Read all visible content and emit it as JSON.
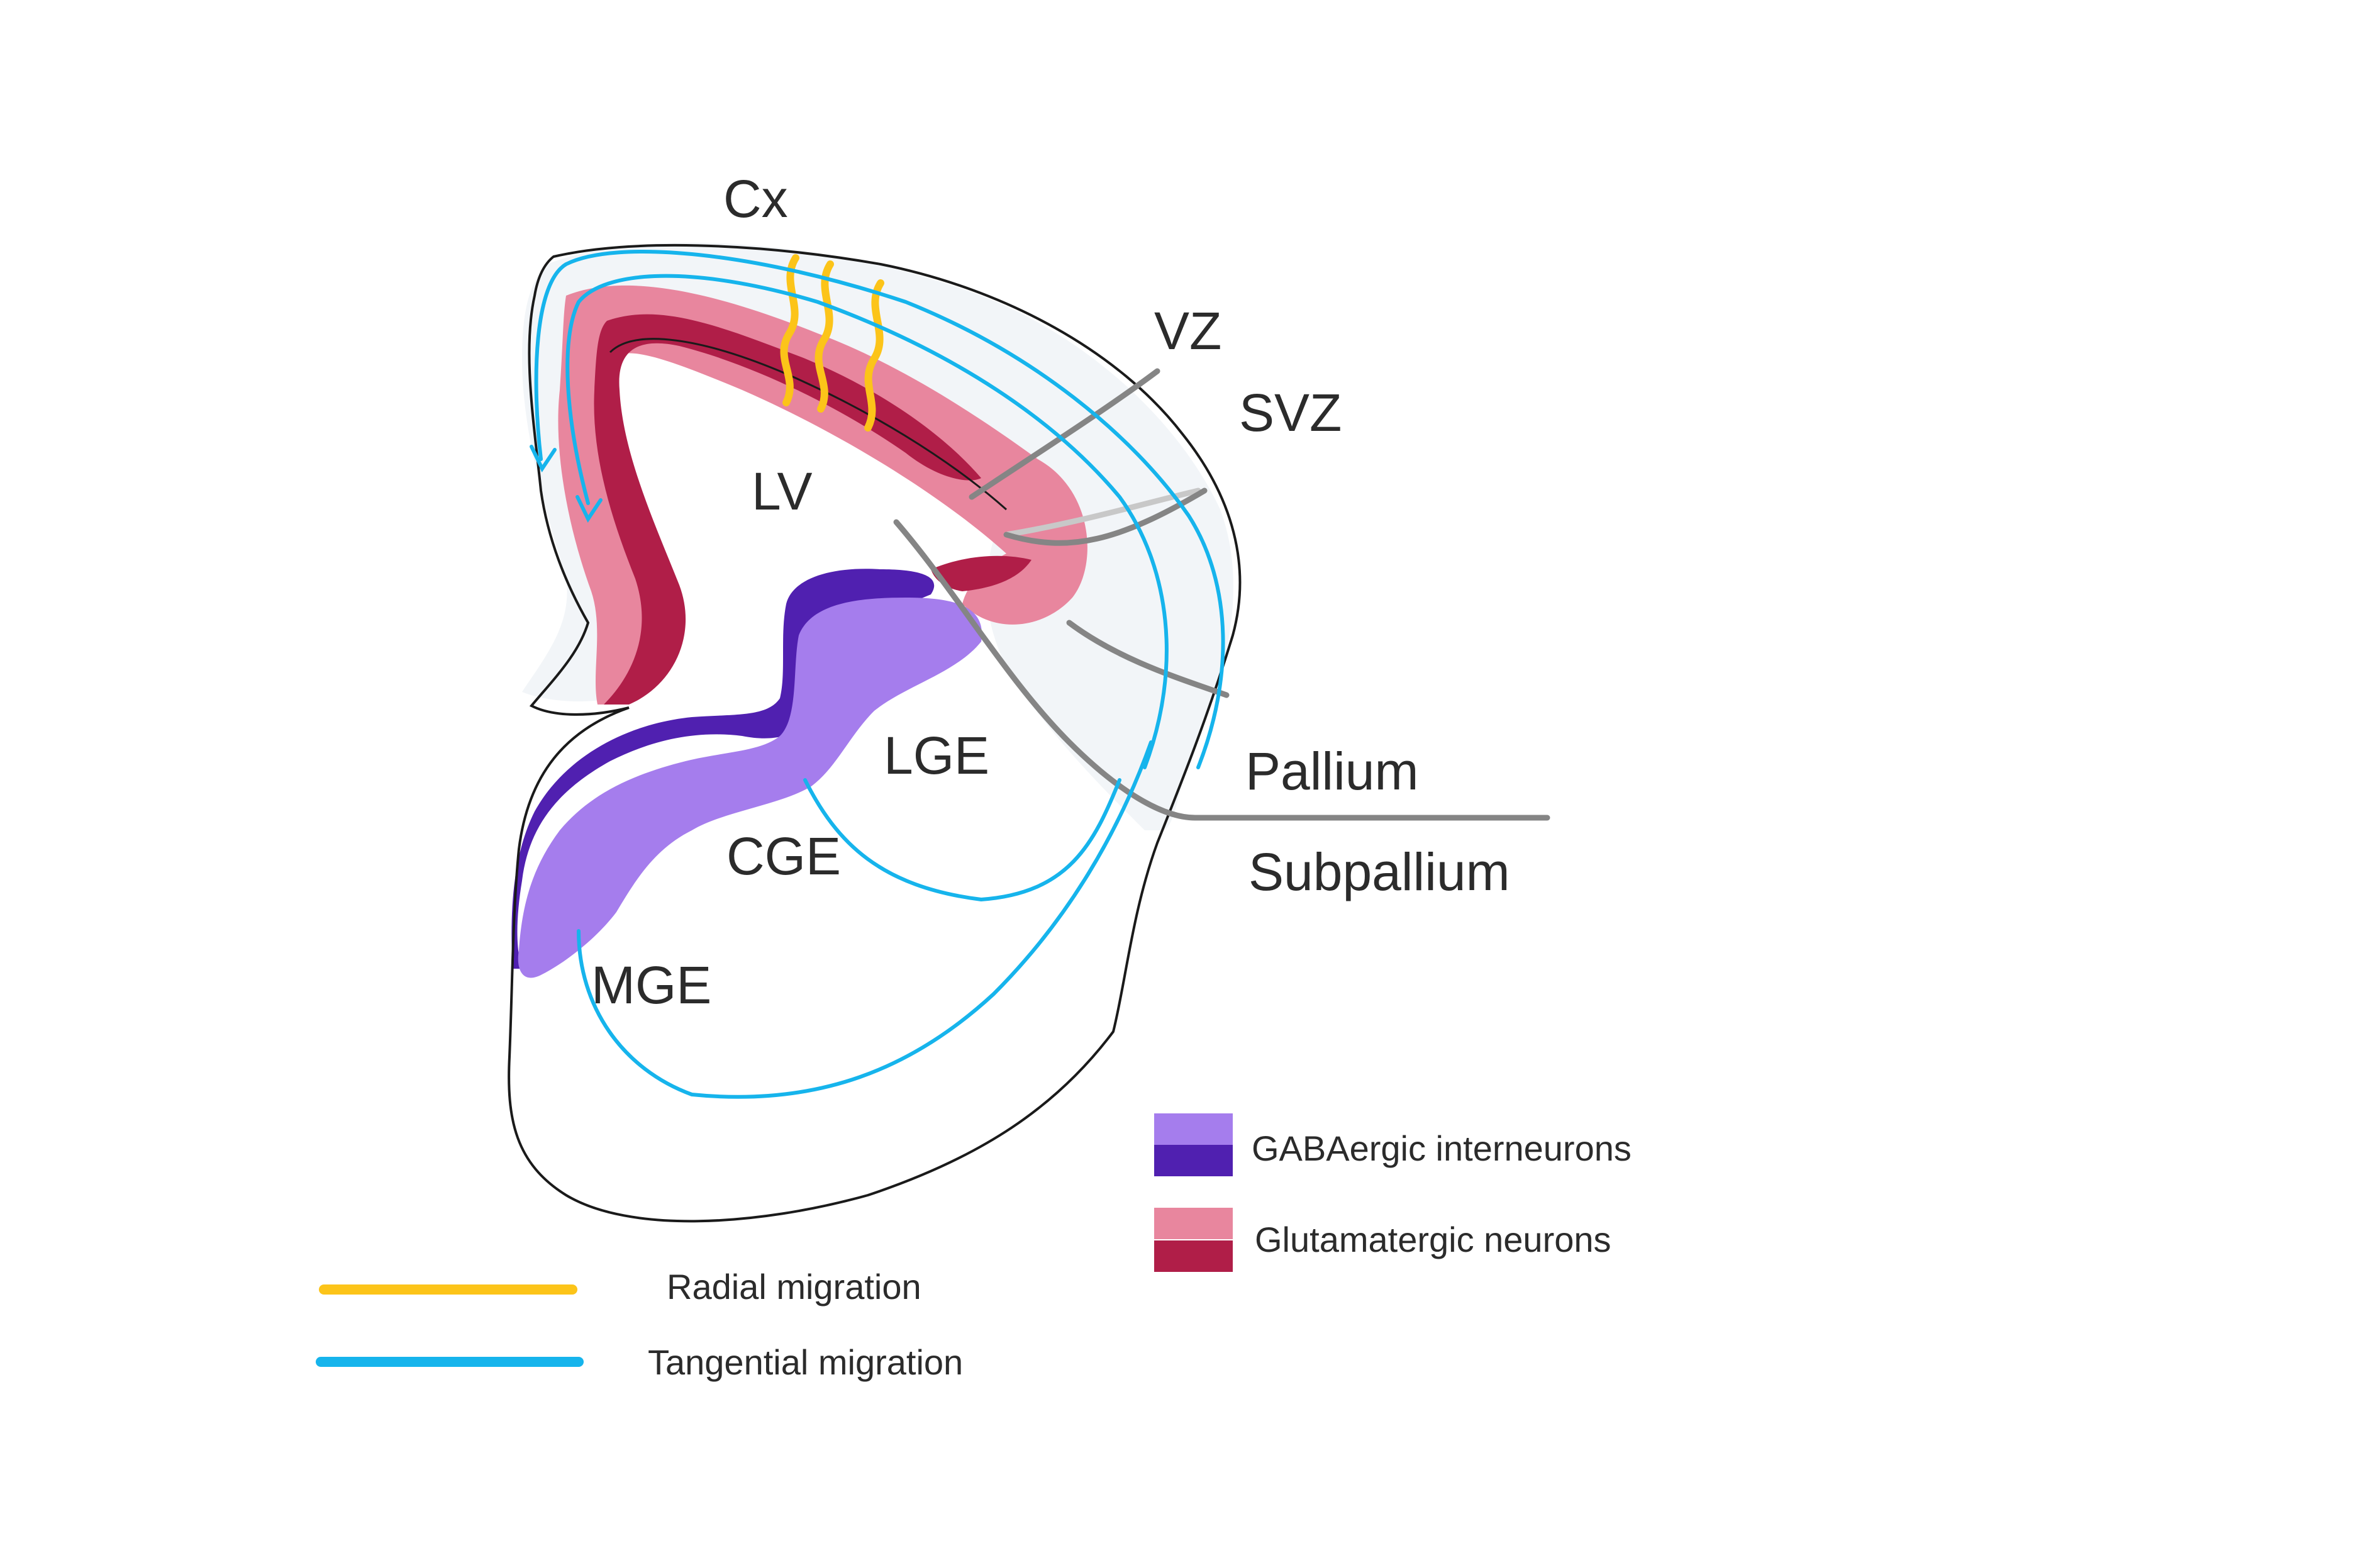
{
  "regions": {
    "cx": "Cx",
    "lv": "LV",
    "vz": "VZ",
    "svz": "SVZ",
    "lge": "LGE",
    "cge": "CGE",
    "mge": "MGE",
    "pallium": "Pallium",
    "subpallium": "Subpallium"
  },
  "legend": {
    "gaba": "GABAergic interneurons",
    "glut": "Glutamatergic neurons",
    "radial": "Radial migration",
    "tangential": "Tangential migration"
  },
  "colors": {
    "gaba_light": "#a57ded",
    "gaba_dark": "#5020b0",
    "glut_light": "#e8869e",
    "glut_dark": "#b01e48",
    "radial": "#fcc419",
    "tangential": "#16b4ec",
    "boundary": "#858585",
    "outline": "#1a1a1a"
  }
}
